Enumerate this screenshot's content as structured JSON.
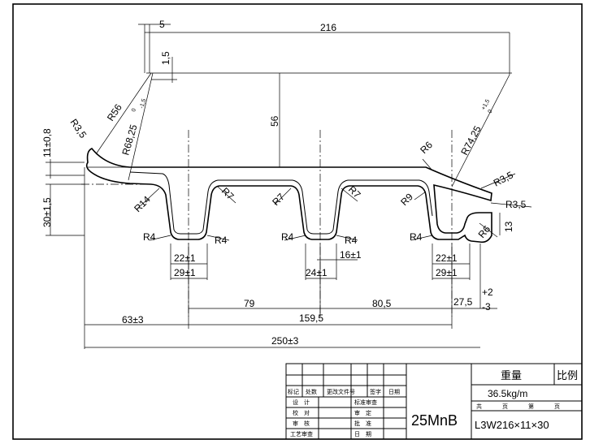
{
  "drawing": {
    "dims": {
      "d5": "5",
      "d216": "216",
      "d15": "1,5",
      "d56": "56",
      "r56": "R56",
      "r68": "R68,25",
      "r68_tol_up": "0",
      "r68_tol_dn": "-1,5",
      "r35_left": "R3,5",
      "d11": "11±0,8",
      "d30": "30±1,5",
      "r14": "R14",
      "r7_a": "R7",
      "r7_b": "R7",
      "r7_c": "R7",
      "r9": "R9",
      "r6": "R6",
      "r74": "R74,25",
      "r74_tol_up": "+1,5",
      "r74_tol_dn": "0",
      "r35_right_a": "R3,5",
      "r35_right_b": "R3,5",
      "d13": "13",
      "r4_a": "R4",
      "r4_b": "R4",
      "r4_c": "R4",
      "r4_d": "R4",
      "r4_e": "R4",
      "r6_b": "R6",
      "d22_left": "22±1",
      "d29_left": "29±1",
      "d16": "16±1",
      "d24": "24±1",
      "d22_right": "22±1",
      "d29_right": "29±1",
      "d79": "79",
      "d159": "159,5",
      "d805": "80,5",
      "d275": "27,5",
      "d275_tol_up": "+2",
      "d275_tol_dn": "-3",
      "d63": "63±3",
      "d250": "250±3"
    }
  },
  "title_block": {
    "weight_label": "重量",
    "scale_label": "比例",
    "weight_value": "36.5kg/m",
    "material": "25MnB",
    "part_code": "L3W216×11×30",
    "sheet_total_label": "共",
    "sheet_unit_1": "页",
    "sheet_no_label": "第",
    "sheet_unit_2": "页",
    "revision_headers": [
      "标记",
      "处数",
      "更改文件号",
      "签字",
      "日期"
    ],
    "sign_rows": [
      {
        "left": "设　计",
        "right": "标准审查"
      },
      {
        "left": "校　对",
        "right": "审　定"
      },
      {
        "left": "审　核",
        "right": "批　准"
      },
      {
        "left": "工艺审查",
        "right": "日　期"
      }
    ]
  }
}
